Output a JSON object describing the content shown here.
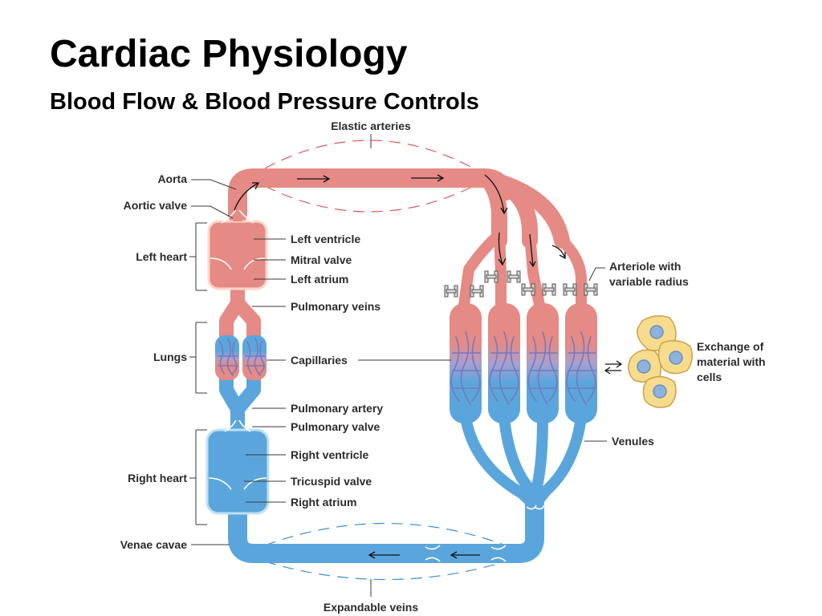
{
  "title": "Cardiac Physiology",
  "subtitle": "Blood Flow & Blood Pressure Controls",
  "labels": {
    "elastic_arteries": "Elastic arteries",
    "aorta": "Aorta",
    "aortic_valve": "Aortic valve",
    "left_heart": "Left heart",
    "left_ventricle": "Left ventricle",
    "mitral_valve": "Mitral valve",
    "left_atrium": "Left atrium",
    "pulmonary_veins": "Pulmonary veins",
    "lungs": "Lungs",
    "capillaries": "Capillaries",
    "pulmonary_artery": "Pulmonary artery",
    "pulmonary_valve": "Pulmonary valve",
    "right_heart": "Right heart",
    "right_ventricle": "Right ventricle",
    "tricuspid_valve": "Tricuspid valve",
    "right_atrium": "Right atrium",
    "venae_cavae": "Venae cavae",
    "expandable_veins": "Expandable veins",
    "venules": "Venules",
    "arteriole_line1": "Arteriole with",
    "arteriole_line2": "variable radius",
    "exchange_line1": "Exchange of",
    "exchange_line2": "material with",
    "exchange_line3": "cells"
  },
  "colors": {
    "arterial": "#e58a84",
    "venous": "#5aa6dc",
    "capillary": "#7479c0",
    "cell": "#f6dc8c",
    "nucleus": "#8fb2dc"
  }
}
